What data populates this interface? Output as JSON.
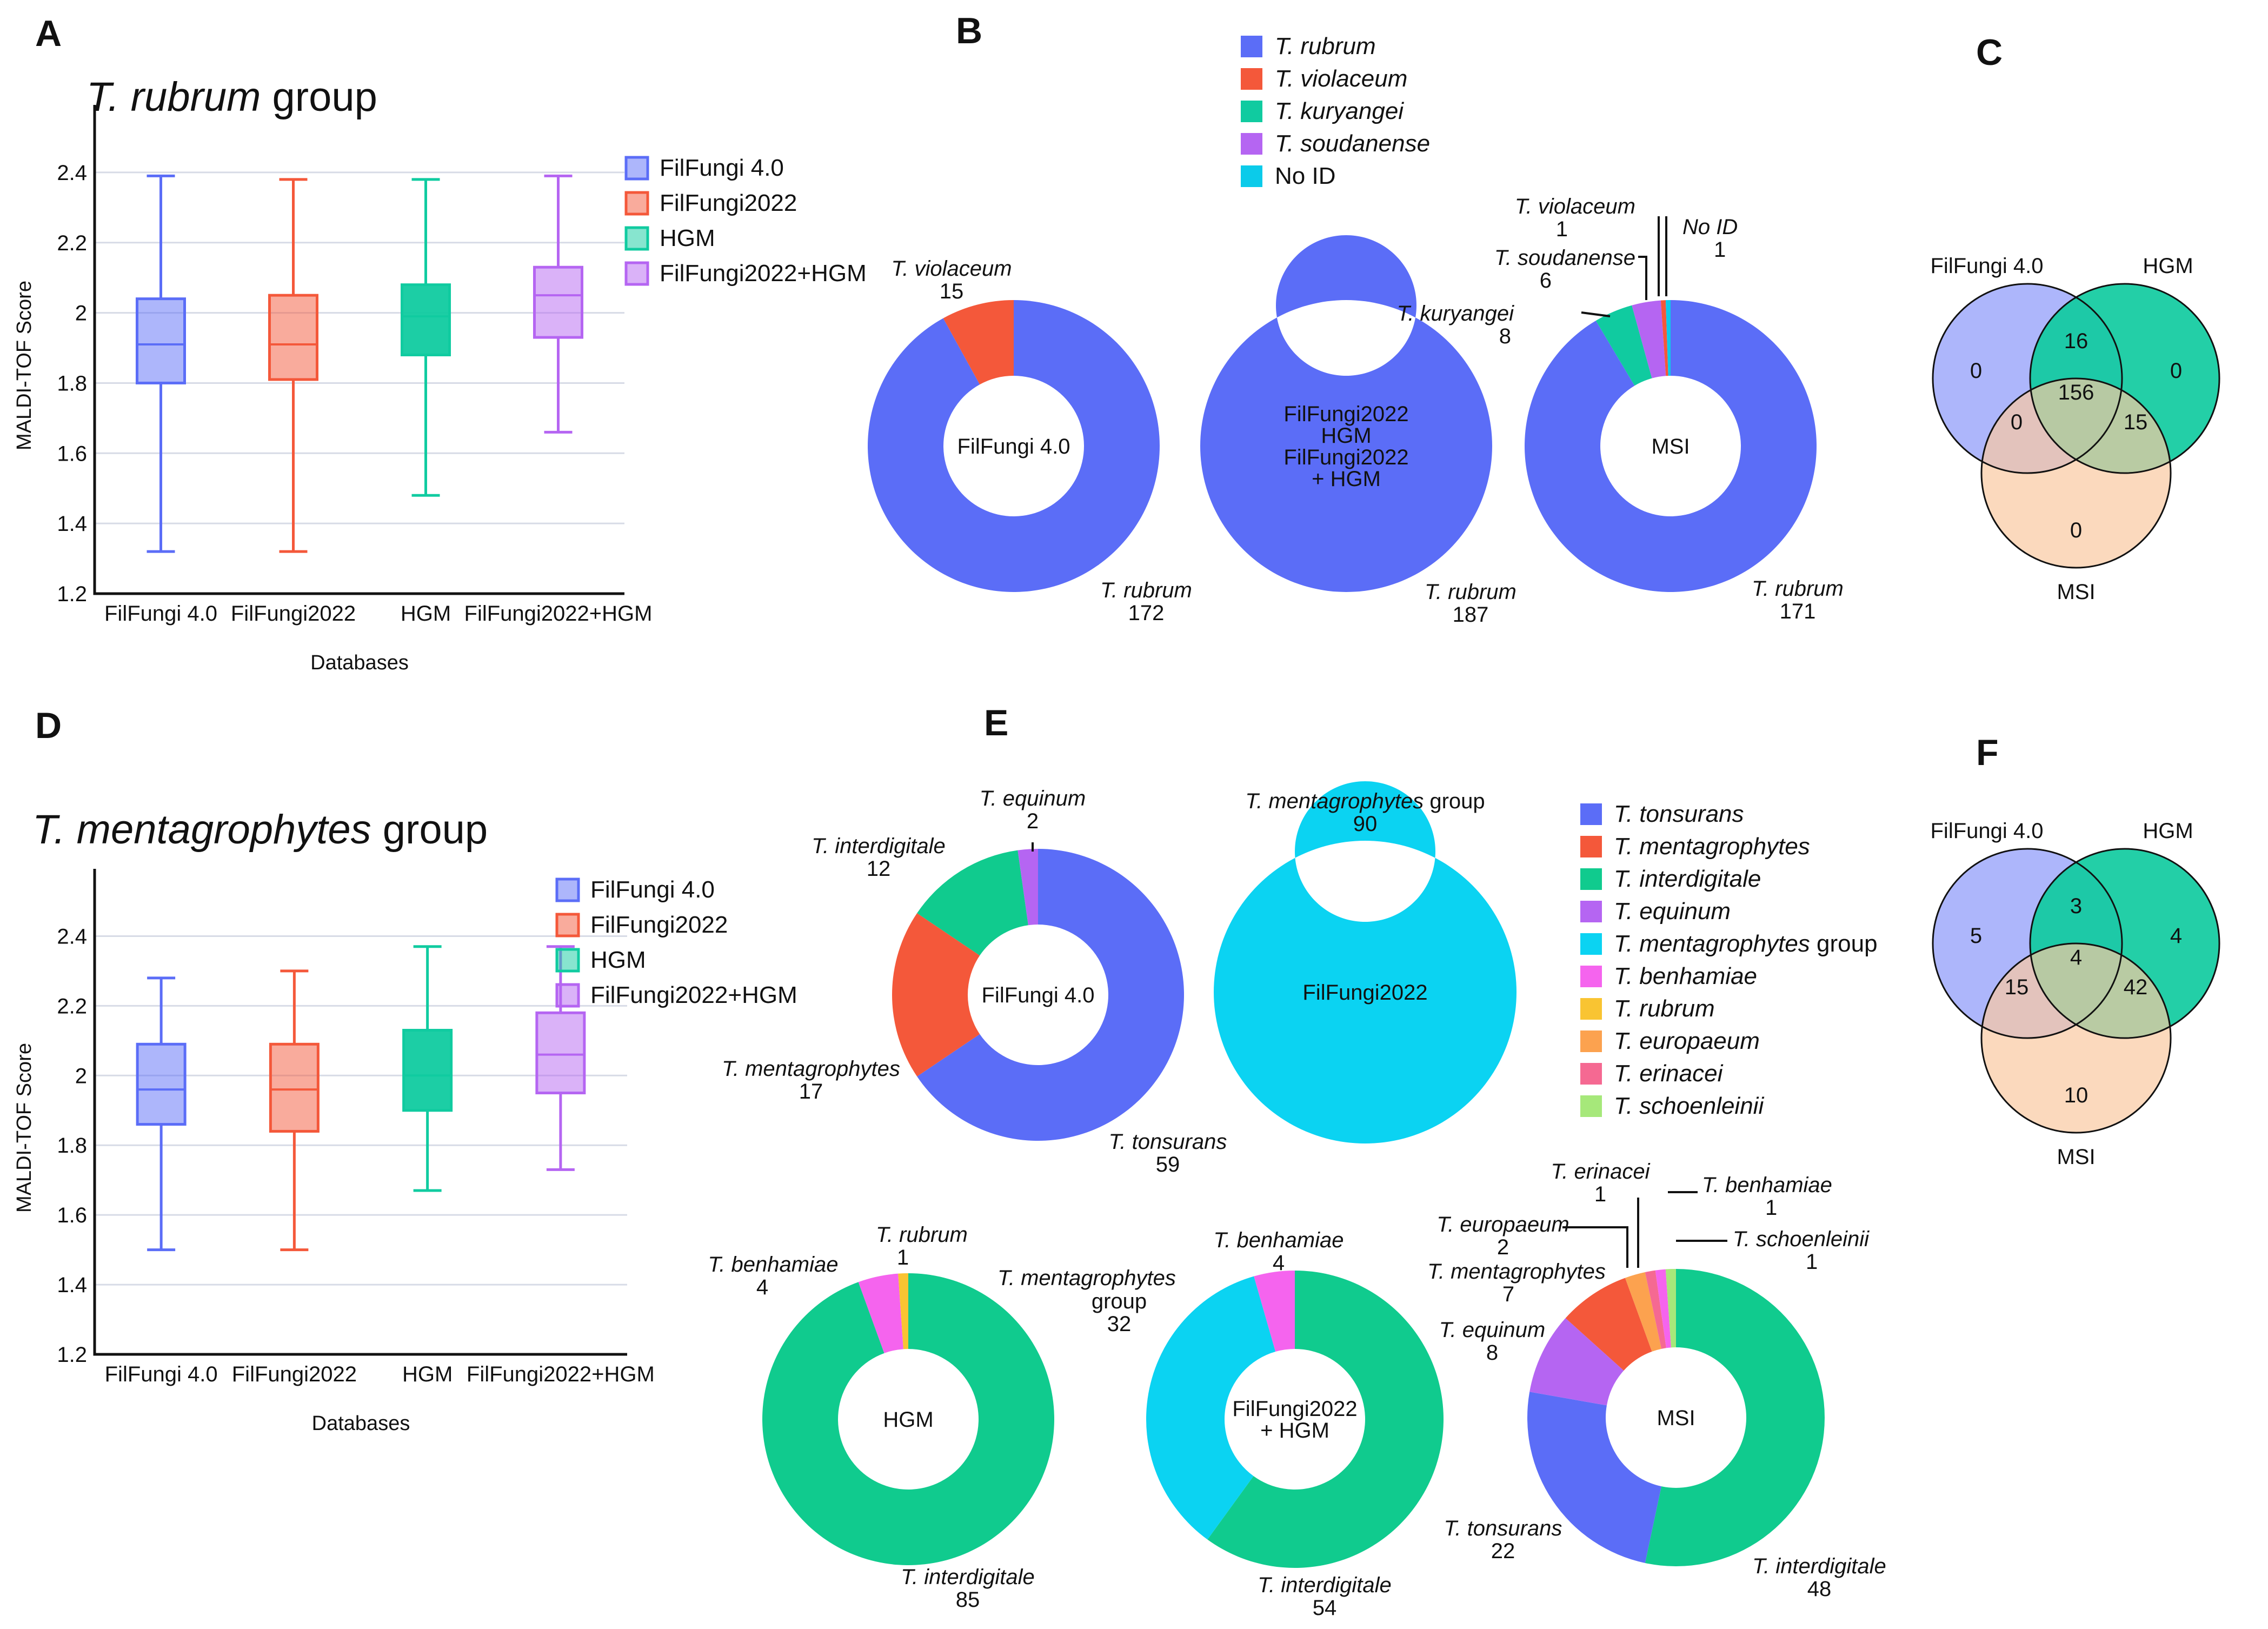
{
  "panels": {
    "A": {
      "letter": "A",
      "title_italic": "T. rubrum",
      "title_rest": " group"
    },
    "B": {
      "letter": "B"
    },
    "C": {
      "letter": "C"
    },
    "D": {
      "letter": "D",
      "title_italic": "T. mentagrophytes",
      "title_rest": " group"
    },
    "E": {
      "letter": "E"
    },
    "F": {
      "letter": "F"
    }
  },
  "colors": {
    "FilFungi 4.0": "#5b6df7",
    "FilFungi2022": "#f4583a",
    "HGM": "#10cba0",
    "FilFungi2022+HGM": "#b565f2",
    "MSI": "#f9c9a1"
  },
  "chart_data": [
    {
      "id": "A",
      "type": "box",
      "title": "T. rubrum group",
      "xlabel": "Databases",
      "ylabel": "MALDI-TOF Score",
      "ylim": [
        1.2,
        2.5
      ],
      "yticks": [
        1.2,
        1.4,
        1.6,
        1.8,
        2,
        2.2,
        2.4
      ],
      "grid": true,
      "legend": "right",
      "categories": [
        "FilFungi 4.0",
        "FilFungi2022",
        "HGM",
        "FilFungi2022+HGM"
      ],
      "boxes": [
        {
          "name": "FilFungi 4.0",
          "min": 1.32,
          "q1": 1.8,
          "median": 1.91,
          "q3": 2.04,
          "max": 2.39,
          "color": "#5b6df7"
        },
        {
          "name": "FilFungi2022",
          "min": 1.32,
          "q1": 1.81,
          "median": 1.91,
          "q3": 2.05,
          "max": 2.38,
          "color": "#f4583a"
        },
        {
          "name": "HGM",
          "min": 1.48,
          "q1": 1.88,
          "median": 1.99,
          "q3": 2.08,
          "max": 2.38,
          "color": "#10cba0"
        },
        {
          "name": "FilFungi2022+HGM",
          "min": 1.66,
          "q1": 1.93,
          "median": 2.05,
          "q3": 2.13,
          "max": 2.39,
          "color": "#b565f2"
        }
      ]
    },
    {
      "id": "D",
      "type": "box",
      "title": "T. mentagrophytes group",
      "xlabel": "Databases",
      "ylabel": "MALDI-TOF Score",
      "ylim": [
        1.2,
        2.5
      ],
      "yticks": [
        1.2,
        1.4,
        1.6,
        1.8,
        2,
        2.2,
        2.4
      ],
      "grid": true,
      "legend": "right",
      "categories": [
        "FilFungi 4.0",
        "FilFungi2022",
        "HGM",
        "FilFungi2022+HGM"
      ],
      "boxes": [
        {
          "name": "FilFungi 4.0",
          "min": 1.5,
          "q1": 1.86,
          "median": 1.96,
          "q3": 2.09,
          "max": 2.28,
          "color": "#5b6df7"
        },
        {
          "name": "FilFungi2022",
          "min": 1.5,
          "q1": 1.84,
          "median": 1.96,
          "q3": 2.09,
          "max": 2.3,
          "color": "#f4583a"
        },
        {
          "name": "HGM",
          "min": 1.67,
          "q1": 1.9,
          "median": 2.0,
          "q3": 2.13,
          "max": 2.37,
          "color": "#10cba0"
        },
        {
          "name": "FilFungi2022+HGM",
          "min": 1.73,
          "q1": 1.95,
          "median": 2.06,
          "q3": 2.18,
          "max": 2.37,
          "color": "#b565f2"
        }
      ]
    },
    {
      "id": "B",
      "type": "pie",
      "legend_entries": [
        {
          "name": "T. rubrum",
          "color": "#5b6df7"
        },
        {
          "name": "T. violaceum",
          "color": "#f4583a"
        },
        {
          "name": "T. kuryangei",
          "color": "#10cba0"
        },
        {
          "name": "T. soudanense",
          "color": "#b565f2"
        },
        {
          "name": "No ID",
          "color": "#0bcbea"
        }
      ],
      "donuts": [
        {
          "center_lines": [
            "FilFungi 4.0"
          ],
          "slices": [
            {
              "name": "T. rubrum",
              "value": 172
            },
            {
              "name": "T. violaceum",
              "value": 15
            }
          ]
        },
        {
          "center_lines": [
            "FilFungi2022",
            "HGM",
            "FilFungi2022",
            "+ HGM"
          ],
          "slices": [
            {
              "name": "T. rubrum",
              "value": 187
            }
          ]
        },
        {
          "center_lines": [
            "MSI"
          ],
          "slices": [
            {
              "name": "T. rubrum",
              "value": 171
            },
            {
              "name": "T. kuryangei",
              "value": 8
            },
            {
              "name": "T. soudanense",
              "value": 6
            },
            {
              "name": "T. violaceum",
              "value": 1
            },
            {
              "name": "No ID",
              "value": 1
            }
          ]
        }
      ]
    },
    {
      "id": "E",
      "type": "pie",
      "legend_entries": [
        {
          "name": "T. tonsurans",
          "italic": "T. tonsurans",
          "rest": "",
          "color": "#5b6df7"
        },
        {
          "name": "T. mentagrophytes",
          "italic": "T. mentagrophytes",
          "rest": "",
          "color": "#f4583a"
        },
        {
          "name": "T. interdigitale",
          "italic": "T. interdigitale",
          "rest": "",
          "color": "#10cb8e"
        },
        {
          "name": "T. equinum",
          "italic": "T. equinum",
          "rest": "",
          "color": "#b565f2"
        },
        {
          "name": "T. mentagrophytes group",
          "italic": "T. mentagrophytes",
          "rest": " group",
          "color": "#0bd3f2"
        },
        {
          "name": "T. benhamiae",
          "italic": "T. benhamiae",
          "rest": "",
          "color": "#f564ee"
        },
        {
          "name": "T. rubrum",
          "italic": "T. rubrum",
          "rest": "",
          "color": "#f9c432"
        },
        {
          "name": "T. europaeum",
          "italic": "T. europaeum",
          "rest": "",
          "color": "#fca24f"
        },
        {
          "name": "T. erinacei",
          "italic": "T. erinacei",
          "rest": "",
          "color": "#f56992"
        },
        {
          "name": "T. schoenleinii",
          "italic": "T. schoenleinii",
          "rest": "",
          "color": "#a6e87a"
        }
      ],
      "donuts": [
        {
          "center_lines": [
            "FilFungi 4.0"
          ],
          "slices": [
            {
              "name": "T. tonsurans",
              "value": 59
            },
            {
              "name": "T. mentagrophytes",
              "value": 17
            },
            {
              "name": "T. interdigitale",
              "value": 12
            },
            {
              "name": "T. equinum",
              "value": 2
            }
          ]
        },
        {
          "center_lines": [
            "FilFungi2022"
          ],
          "slices": [
            {
              "name": "T. mentagrophytes group",
              "value": 90
            }
          ]
        },
        {
          "center_lines": [
            "HGM"
          ],
          "slices": [
            {
              "name": "T. interdigitale",
              "value": 85
            },
            {
              "name": "T. benhamiae",
              "value": 4
            },
            {
              "name": "T. rubrum",
              "value": 1
            }
          ]
        },
        {
          "center_lines": [
            "FilFungi2022",
            "+ HGM"
          ],
          "slices": [
            {
              "name": "T. interdigitale",
              "value": 54
            },
            {
              "name": "T. mentagrophytes group",
              "value": 32
            },
            {
              "name": "T. benhamiae",
              "value": 4
            }
          ]
        },
        {
          "center_lines": [
            "MSI"
          ],
          "slices": [
            {
              "name": "T. interdigitale",
              "value": 48
            },
            {
              "name": "T. tonsurans",
              "value": 22
            },
            {
              "name": "T. equinum",
              "value": 8
            },
            {
              "name": "T. mentagrophytes",
              "value": 7
            },
            {
              "name": "T. europaeum",
              "value": 2
            },
            {
              "name": "T. erinacei",
              "value": 1
            },
            {
              "name": "T. benhamiae",
              "value": 1
            },
            {
              "name": "T. schoenleinii",
              "value": 1
            }
          ]
        }
      ]
    },
    {
      "id": "C",
      "type": "venn",
      "sets": [
        "FilFungi 4.0",
        "HGM",
        "MSI"
      ],
      "regions": {
        "FilFungi 4.0": 0,
        "HGM": 0,
        "MSI": 0,
        "FilFungi 4.0&HGM": 16,
        "FilFungi 4.0&MSI": 0,
        "HGM&MSI": 15,
        "all": 156
      }
    },
    {
      "id": "F",
      "type": "venn",
      "sets": [
        "FilFungi 4.0",
        "HGM",
        "MSI"
      ],
      "regions": {
        "FilFungi 4.0": 5,
        "HGM": 4,
        "MSI": 10,
        "FilFungi 4.0&HGM": 3,
        "FilFungi 4.0&MSI": 15,
        "HGM&MSI": 42,
        "all": 4
      }
    }
  ]
}
